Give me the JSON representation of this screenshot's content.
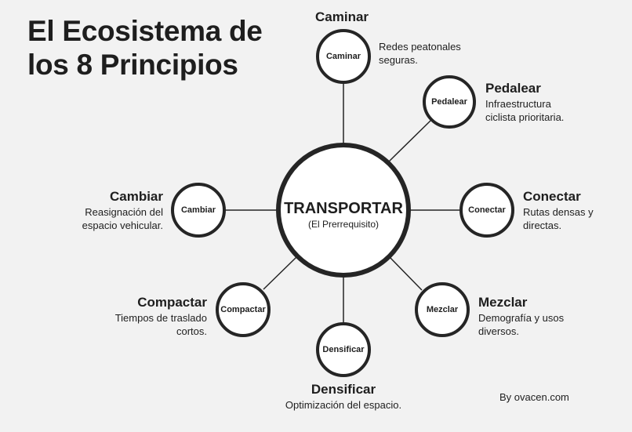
{
  "title_line1": "El Ecosistema de",
  "title_line2": "los 8 Principios",
  "center": {
    "title": "TRANSPORTAR",
    "subtitle": "(El Prerrequisito)"
  },
  "nodes": {
    "caminar": {
      "circle_label": "Caminar",
      "title": "Caminar",
      "desc_line1": "Redes peatonales",
      "desc_line2": "seguras."
    },
    "pedalear": {
      "circle_label": "Pedalear",
      "title": "Pedalear",
      "desc_line1": "Infraestructura",
      "desc_line2": "ciclista prioritaria."
    },
    "conectar": {
      "circle_label": "Conectar",
      "title": "Conectar",
      "desc_line1": "Rutas densas y",
      "desc_line2": "directas."
    },
    "mezclar": {
      "circle_label": "Mezclar",
      "title": "Mezclar",
      "desc_line1": "Demografía y usos",
      "desc_line2": "diversos."
    },
    "densificar": {
      "circle_label": "Densificar",
      "title": "Densificar",
      "desc_line1": "Optimización del espacio."
    },
    "compactar": {
      "circle_label": "Compactar",
      "title": "Compactar",
      "desc_line1": "Tiempos de traslado",
      "desc_line2": "cortos."
    },
    "cambiar": {
      "circle_label": "Cambiar",
      "title": "Cambiar",
      "desc_line1": "Reasignación del",
      "desc_line2": "espacio vehicular."
    }
  },
  "credit": "By ovacen.com",
  "colors": {
    "stroke": "#252525",
    "circle_fill": "#ffffff",
    "background": "#f2f2f2"
  }
}
